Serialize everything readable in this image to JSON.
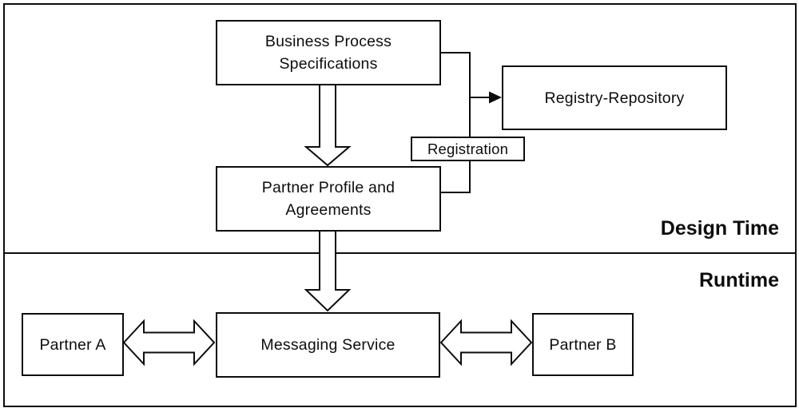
{
  "canvas": {
    "background": "#ffffff",
    "line_color": "#0d0d0d"
  },
  "regions": {
    "design_time": {
      "label": "Design Time"
    },
    "runtime": {
      "label": "Runtime"
    }
  },
  "nodes": {
    "business_process": {
      "line1": "Business Process",
      "line2": "Specifications"
    },
    "registry_repository": {
      "label": "Registry-Repository"
    },
    "partner_profile": {
      "line1": "Partner Profile and",
      "line2": "Agreements"
    },
    "partner_a": {
      "label": "Partner A"
    },
    "messaging_service": {
      "label": "Messaging Service"
    },
    "partner_b": {
      "label": "Partner B"
    }
  },
  "connectors": {
    "registration": {
      "label": "Registration"
    }
  }
}
